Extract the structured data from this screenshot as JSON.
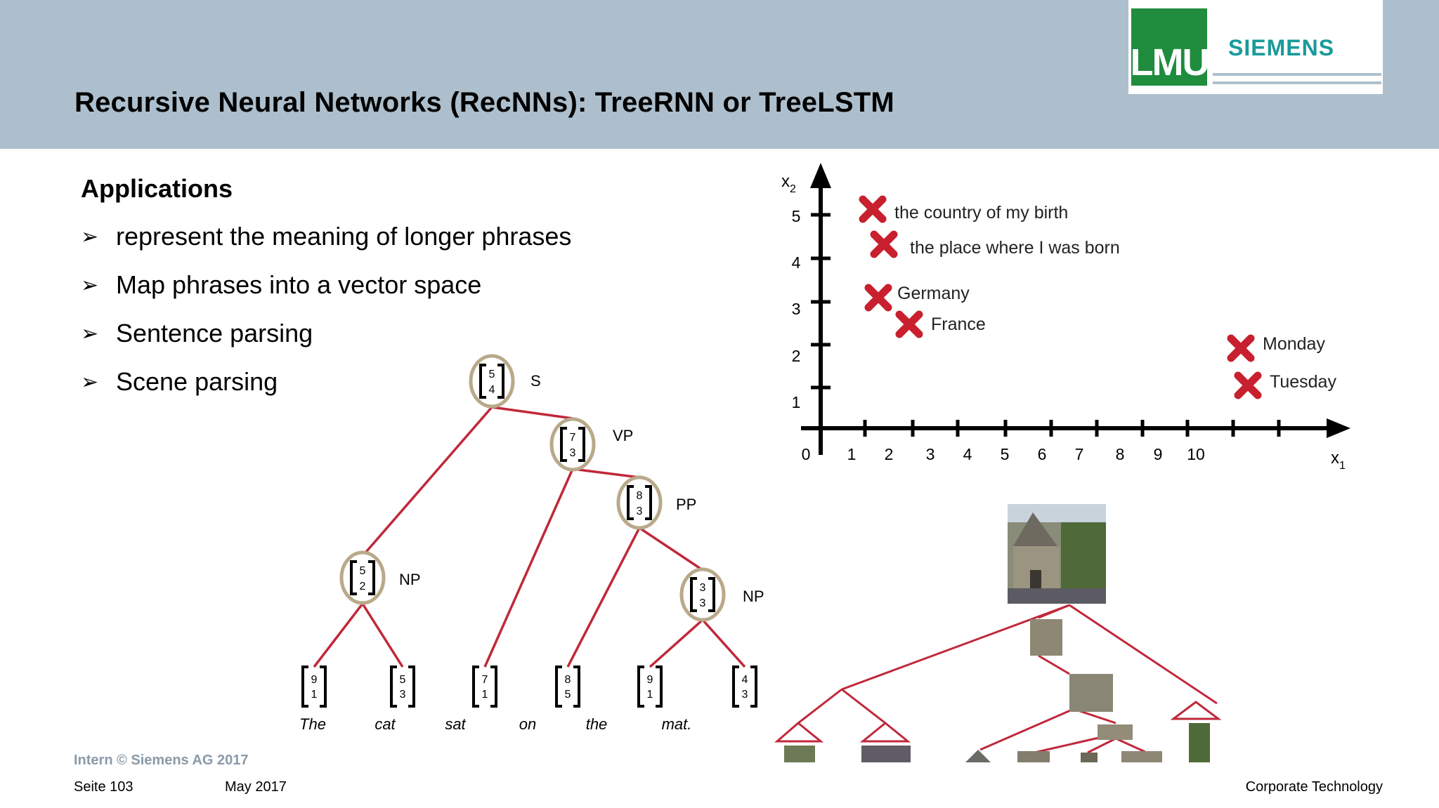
{
  "title": "Recursive Neural Networks (RecNNs): TreeRNN or TreeLSTM",
  "logos": {
    "lmu": "LMU",
    "siemens": "SIEMENS"
  },
  "applications": {
    "heading": "Applications",
    "bullets": [
      "represent the meaning of longer phrases",
      "Map phrases into a vector space",
      "Sentence parsing",
      "Scene parsing"
    ]
  },
  "parse_tree": {
    "nodes": [
      {
        "id": "S",
        "label": "S",
        "vector": [
          "5",
          "4"
        ]
      },
      {
        "id": "VP",
        "label": "VP",
        "vector": [
          "7",
          "3"
        ]
      },
      {
        "id": "PP",
        "label": "PP",
        "vector": [
          "8",
          "3"
        ]
      },
      {
        "id": "NP1",
        "label": "NP",
        "vector": [
          "5",
          "2"
        ]
      },
      {
        "id": "NP2",
        "label": "NP",
        "vector": [
          "3",
          "3"
        ]
      }
    ],
    "leaves": [
      {
        "word": "The",
        "vector": [
          "9",
          "1"
        ]
      },
      {
        "word": "cat",
        "vector": [
          "5",
          "3"
        ]
      },
      {
        "word": "sat",
        "vector": [
          "7",
          "1"
        ]
      },
      {
        "word": "on",
        "vector": [
          "8",
          "5"
        ]
      },
      {
        "word": "the",
        "vector": [
          "9",
          "1"
        ]
      },
      {
        "word": "mat.",
        "vector": [
          "4",
          "3"
        ]
      }
    ],
    "edge_color": "#c0283a",
    "ring_color": "#b8a98a"
  },
  "vector_space": {
    "x_axis_label": "x",
    "x_axis_sub": "1",
    "y_axis_label": "x",
    "y_axis_sub": "2",
    "x_ticks": [
      "0",
      "1",
      "2",
      "3",
      "4",
      "5",
      "6",
      "7",
      "8",
      "9",
      "10"
    ],
    "y_ticks": [
      "1",
      "2",
      "3",
      "4",
      "5"
    ],
    "points": [
      {
        "label": "the country of my birth"
      },
      {
        "label": "the place where I was born"
      },
      {
        "label": "Germany"
      },
      {
        "label": "France"
      },
      {
        "label": "Monday"
      },
      {
        "label": "Tuesday"
      }
    ],
    "marker_color": "#c8202e"
  },
  "footer": {
    "copyright": "Intern © Siemens AG 2017",
    "page": "Seite 103",
    "date": "May 2017",
    "department": "Corporate Technology"
  },
  "colors": {
    "header_band": "#adbfcd",
    "lmu_green": "#1f8c3e",
    "siemens_teal": "#1a9a9a"
  }
}
